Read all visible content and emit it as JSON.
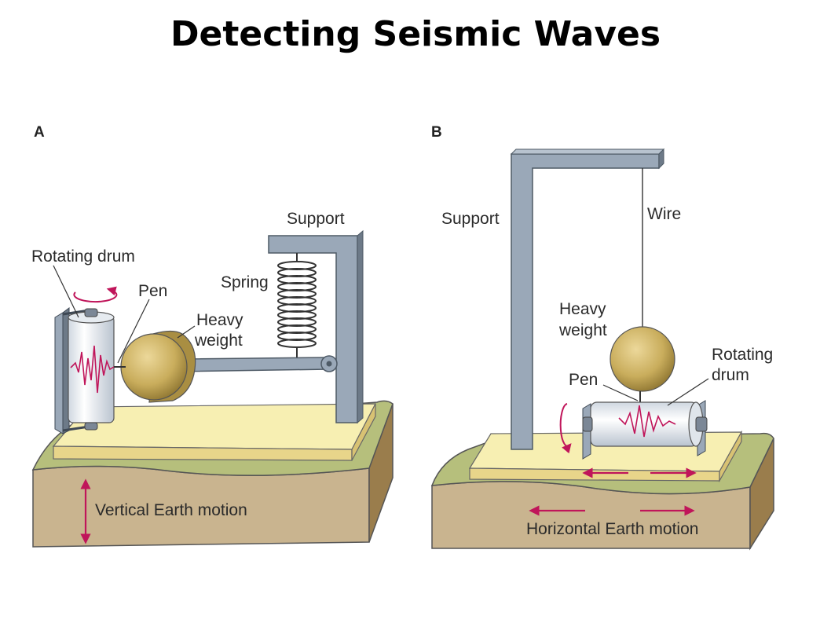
{
  "title": "Detecting Seismic Waves",
  "colors": {
    "metal": "#9aa8b8",
    "metal_dark": "#5d6a78",
    "weight": "#c9ad5c",
    "base": "#f7efb2",
    "grass": "#b6bf7c",
    "soil": "#c9b48f",
    "arrow": "#c0155a"
  },
  "panel_a": {
    "letter": "A",
    "labels": {
      "support": "Support",
      "rotating_drum": "Rotating drum",
      "pen": "Pen",
      "spring": "Spring",
      "heavy_weight_line1": "Heavy",
      "heavy_weight_line2": "weight",
      "motion": "Vertical Earth motion"
    }
  },
  "panel_b": {
    "letter": "B",
    "labels": {
      "support": "Support",
      "wire": "Wire",
      "heavy_weight_line1": "Heavy",
      "heavy_weight_line2": "weight",
      "rotating_drum_line1": "Rotating",
      "rotating_drum_line2": "drum",
      "pen": "Pen",
      "motion": "Horizontal Earth motion"
    }
  }
}
